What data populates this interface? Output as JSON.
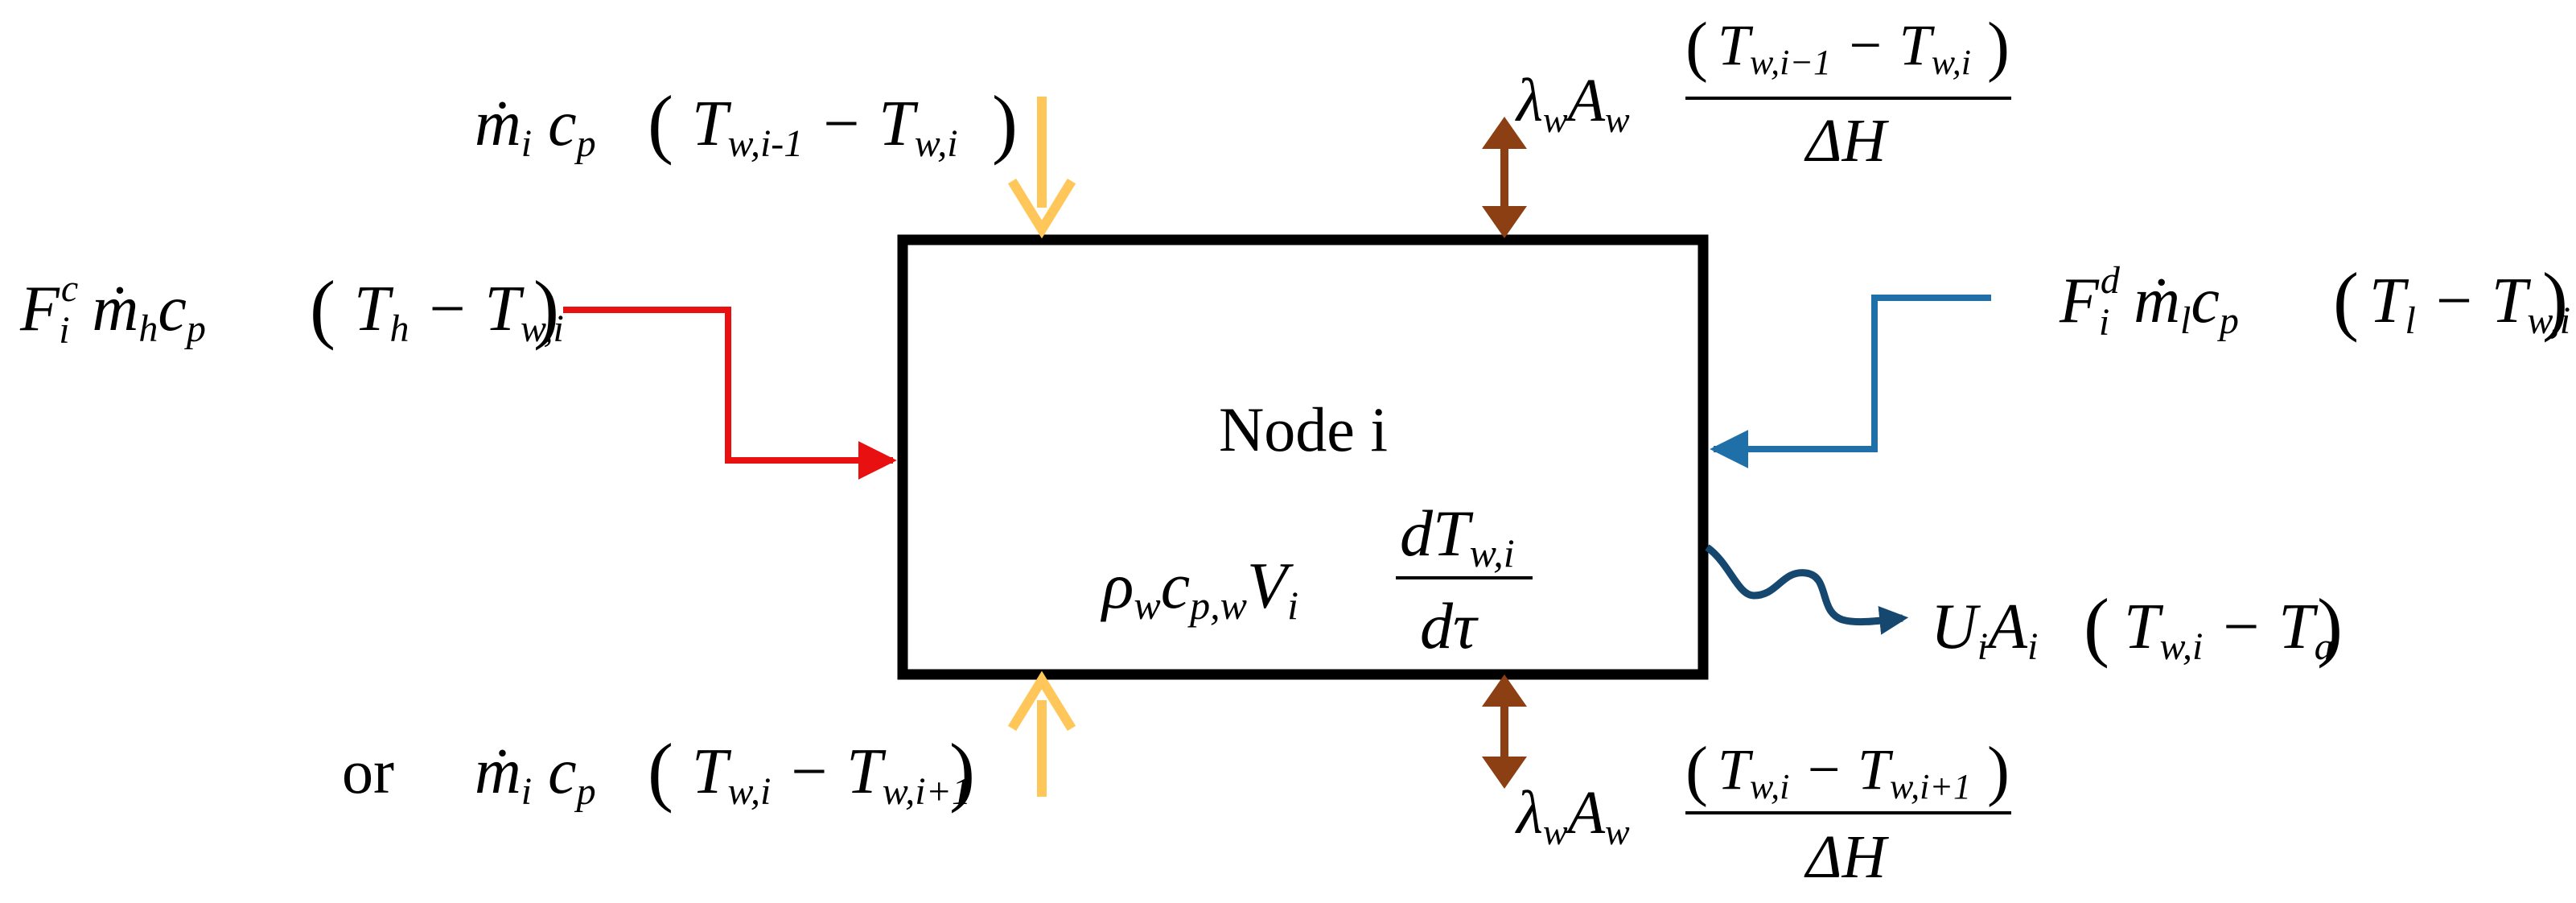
{
  "node": {
    "title": "Node i"
  },
  "labels": {
    "or_word": "or"
  },
  "colors": {
    "hot_inlet": "#e81010",
    "cold_inlet": "#1f6fa8",
    "flow_arrows": "#ffc75a",
    "conduction_arrows": "#8b3f12",
    "heat_loss": "#16476e",
    "node_border": "#000000"
  },
  "equations": {
    "storage_term": "ρ_w c_{p,w} V_i dT_{w,i}/dτ",
    "top_flow_in": "ṁ_i c_p (T_{w,i-1} − T_{w,i})",
    "bottom_flow_in": "ṁ_i c_p (T_{w,i} − T_{w,i+1})",
    "hot_inlet_term": "F_i^c ṁ_h c_p (T_h − T_{w,i})",
    "cold_inlet_term": "F_i^d ṁ_l c_p (T_l − T_{w,i})",
    "conduction_top": "λ_w A_w (T_{w,i−1} − T_{w,i}) / ΔH",
    "conduction_bottom": "λ_w A_w (T_{w,i} − T_{w,i+1}) / ΔH",
    "heat_loss": "U_i A_i (T_{w,i} − T_a)"
  }
}
